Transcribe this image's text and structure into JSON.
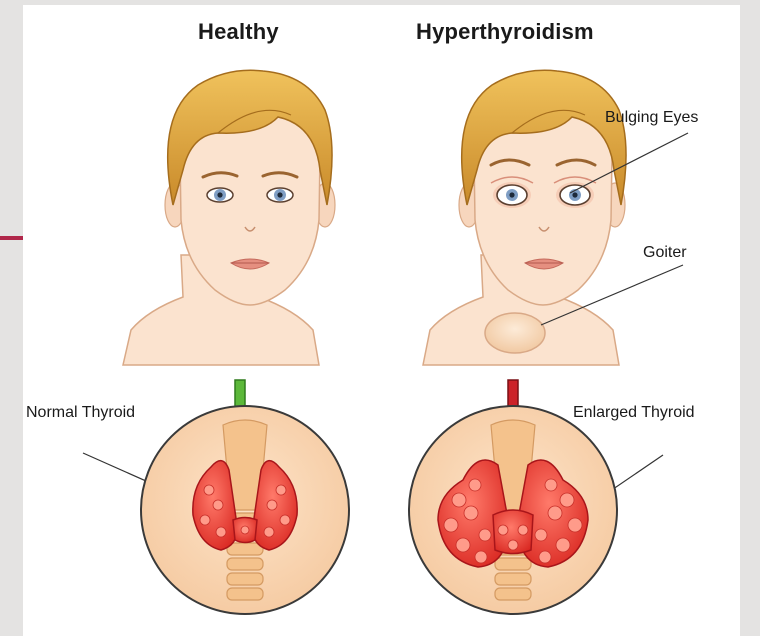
{
  "headings": {
    "healthy": "Healthy",
    "hyper": "Hyperthyroidism"
  },
  "labels": {
    "bulging_eyes": "Bulging  Eyes",
    "goiter": "Goiter",
    "normal_thyroid": "Normal  Thyroid",
    "enlarged_thyroid": "Enlarged  Thyroid"
  },
  "colors": {
    "skin": "#fbe3cf",
    "hair": "#e3ab45",
    "thyroid": "#e8312f",
    "arrow_normal": "#5cb83a",
    "arrow_enlarged": "#cc2229",
    "accent": "#b0274a"
  }
}
